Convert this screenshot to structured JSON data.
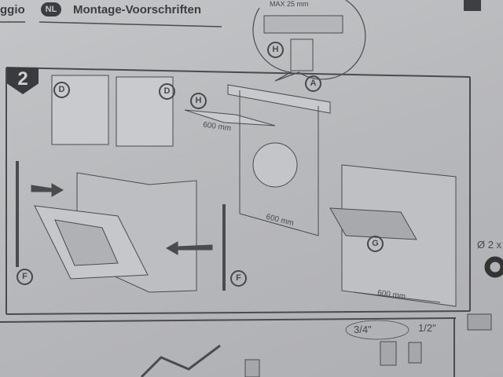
{
  "header": {
    "prev_language_fragment": "ggio",
    "language_code": "NL",
    "title": "Montage-Voorschriften"
  },
  "detail_callout": {
    "max_label": "MAX 25 mm",
    "part_label": "H"
  },
  "step": {
    "number": "2",
    "parts": {
      "d_left": "D",
      "d_right": "D",
      "h": "H",
      "a": "A",
      "f_left": "F",
      "f_right": "F",
      "g": "G"
    },
    "dimensions": {
      "top_panel": "600 mm",
      "middle": "600 mm",
      "right": "600 mm"
    }
  },
  "side": {
    "diameter_label": "Ø 2 x"
  },
  "bottom": {
    "fitting_large": "3/4\"",
    "fitting_small": "1/2\""
  }
}
